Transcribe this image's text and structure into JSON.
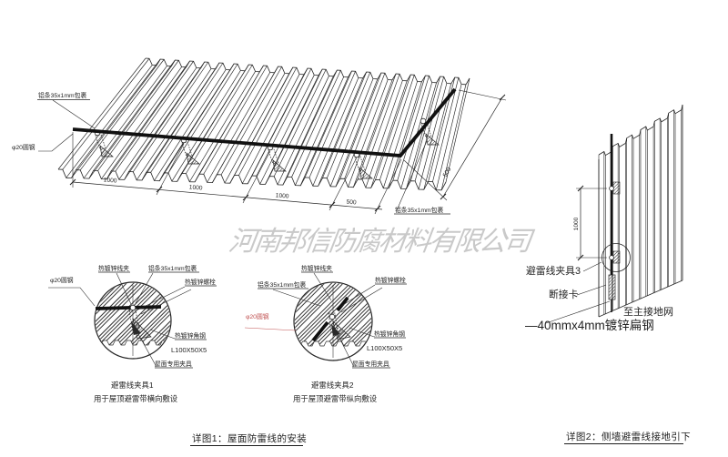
{
  "watermark": {
    "text": "河南邦信防腐材料有限公司"
  },
  "roof": {
    "label_strip_top": "铝条35x1mm包裹",
    "label_strip_right": "铝条35x1mm包裹",
    "label_round_steel": "φ20圆钢",
    "dim_1": "1000",
    "dim_2": "1000",
    "dim_3": "1000",
    "dim_4": "500",
    "dim_right": "500"
  },
  "detail1": {
    "labels": {
      "wire_clip": "热镀锌线夹",
      "strip": "铝条35x1mm包裹",
      "bolt": "热镀锌螺栓",
      "round_steel": "φ20圆钢",
      "angle_steel": "热镀锌角钢",
      "angle_size": "L100X50X5",
      "roof_clamp": "屋面专用夹具"
    },
    "title": "避雷线夹具1",
    "subtitle": "用于屋顶避雷带横向敷设"
  },
  "detail2": {
    "labels": {
      "wire_clip": "热镀锌线夹",
      "strip": "铝条35x1mm包裹",
      "bolt": "热镀锌螺栓",
      "round_steel": "φ20圆钢",
      "angle_steel": "热镀锌角钢",
      "angle_size": "L100X50X5",
      "roof_clamp": "屋面专用夹具"
    },
    "title": "避雷线夹具2",
    "subtitle": "用于屋顶避雷带纵向敷设"
  },
  "wall": {
    "labels": {
      "clamp": "避雷线夹具3",
      "disconnect": "断接卡",
      "ground": "至主接地网",
      "flat_steel": "—40mmx4mm镀锌扁钢"
    },
    "dim": "1000"
  },
  "captions": {
    "fig1": "详图1：屋面防雷线的安装",
    "fig2": "详图2：侧墙避雷线接地引下"
  }
}
